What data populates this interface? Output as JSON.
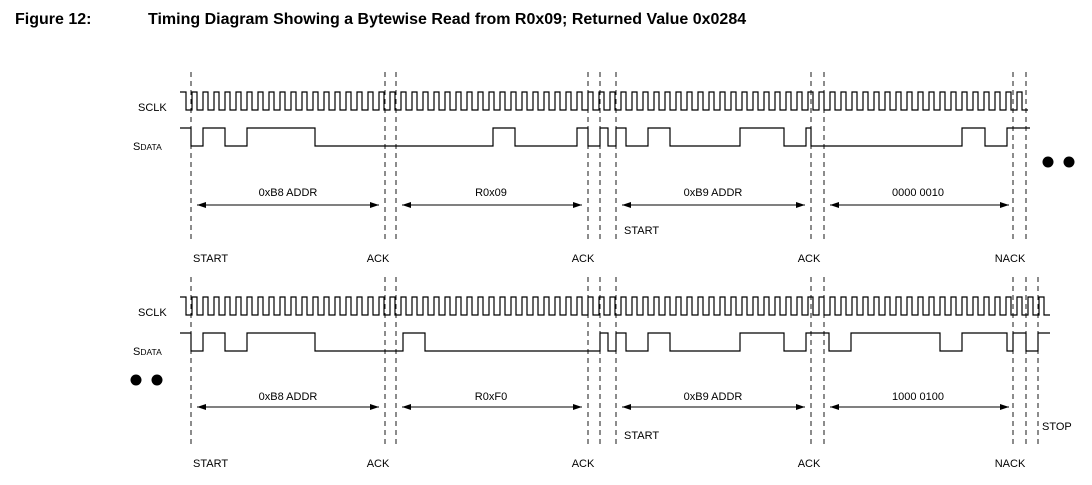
{
  "figure": {
    "number": "Figure 12:",
    "title": "Timing Diagram Showing a Bytewise Read from R0x09; Returned Value 0x0284"
  },
  "signals": {
    "sclk": "SCLK",
    "sdata_first": "S",
    "sdata_rest": "DATA"
  },
  "rows": [
    {
      "fields": [
        "0xB8 ADDR",
        "R0x09",
        "0xB9 ADDR",
        "0000 0010"
      ],
      "events": [
        "START",
        "ACK",
        "ACK",
        "START",
        "ACK",
        "NACK"
      ]
    },
    {
      "fields": [
        "0xB8 ADDR",
        "R0xF0",
        "0xB9 ADDR",
        "1000 0100"
      ],
      "events": [
        "START",
        "ACK",
        "ACK",
        "START",
        "ACK",
        "NACK",
        "STOP"
      ]
    }
  ]
}
